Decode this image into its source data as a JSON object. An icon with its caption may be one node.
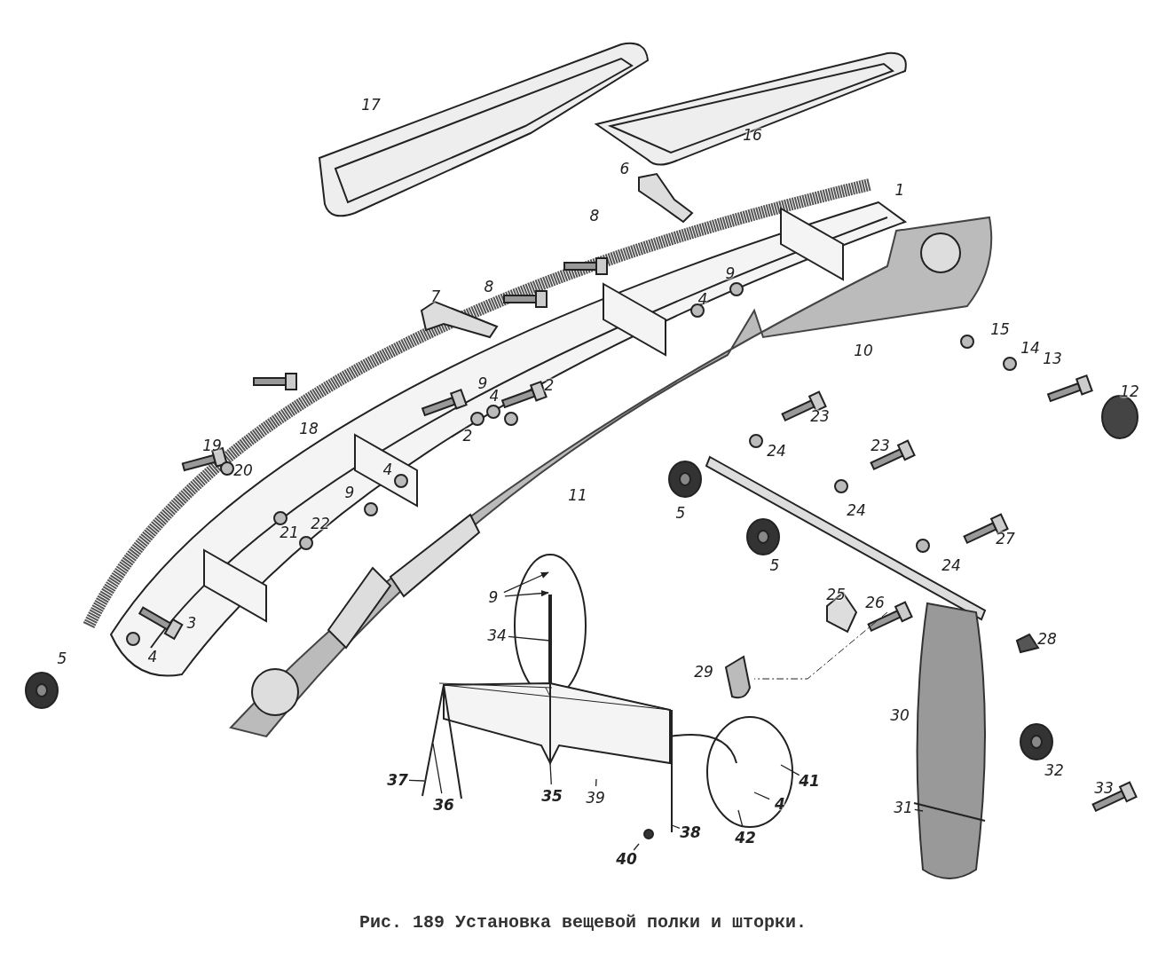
{
  "diagram": {
    "caption": "Рис. 189 Установка вещевой полки и шторки.",
    "nodes": [
      {
        "text": [
          "9"
        ]
      },
      {
        "text": [
          "34"
        ]
      },
      {
        "text": [
          "37"
        ]
      },
      {
        "text": [
          "36"
        ]
      },
      {
        "text": [
          "35"
        ]
      },
      {
        "text": [
          "39"
        ]
      },
      {
        "text": [
          "41"
        ]
      },
      {
        "text": [
          "4"
        ]
      },
      {
        "text": [
          "42"
        ]
      },
      {
        "text": [
          "38"
        ]
      },
      {
        "text": [
          "40"
        ]
      },
      {
        "text": [
          "31"
        ]
      }
    ],
    "edges": [
      {
        "from": 0,
        "to": null,
        "arrow": "to"
      },
      {
        "from": 0,
        "to": null,
        "arrow": "to"
      },
      {
        "from": 1,
        "to": null,
        "arrow": "none"
      },
      {
        "from": 2,
        "to": null,
        "arrow": "none"
      },
      {
        "from": 3,
        "to": null,
        "arrow": "none"
      },
      {
        "from": 4,
        "to": null,
        "arrow": "none"
      },
      {
        "from": 5,
        "to": null,
        "arrow": "none"
      },
      {
        "from": 6,
        "to": null,
        "arrow": "none"
      },
      {
        "from": 7,
        "to": null,
        "arrow": "none"
      },
      {
        "from": 8,
        "to": null,
        "arrow": "none"
      },
      {
        "from": 9,
        "to": null,
        "arrow": "none"
      },
      {
        "from": 10,
        "to": null,
        "arrow": "none"
      },
      {
        "from": 11,
        "to": null,
        "arrow": "none"
      }
    ],
    "labels": [
      "17",
      "16",
      "6",
      "8",
      "1",
      "8",
      "9",
      "4",
      "7",
      "15",
      "10",
      "14",
      "2",
      "9",
      "4",
      "13",
      "12",
      "2",
      "23",
      "18",
      "19",
      "20",
      "24",
      "23",
      "4",
      "24",
      "9",
      "5",
      "21",
      "22",
      "11",
      "5",
      "27",
      "24",
      "25",
      "26",
      "3",
      "28",
      "4",
      "5",
      "29",
      "30",
      "32",
      "33"
    ]
  }
}
